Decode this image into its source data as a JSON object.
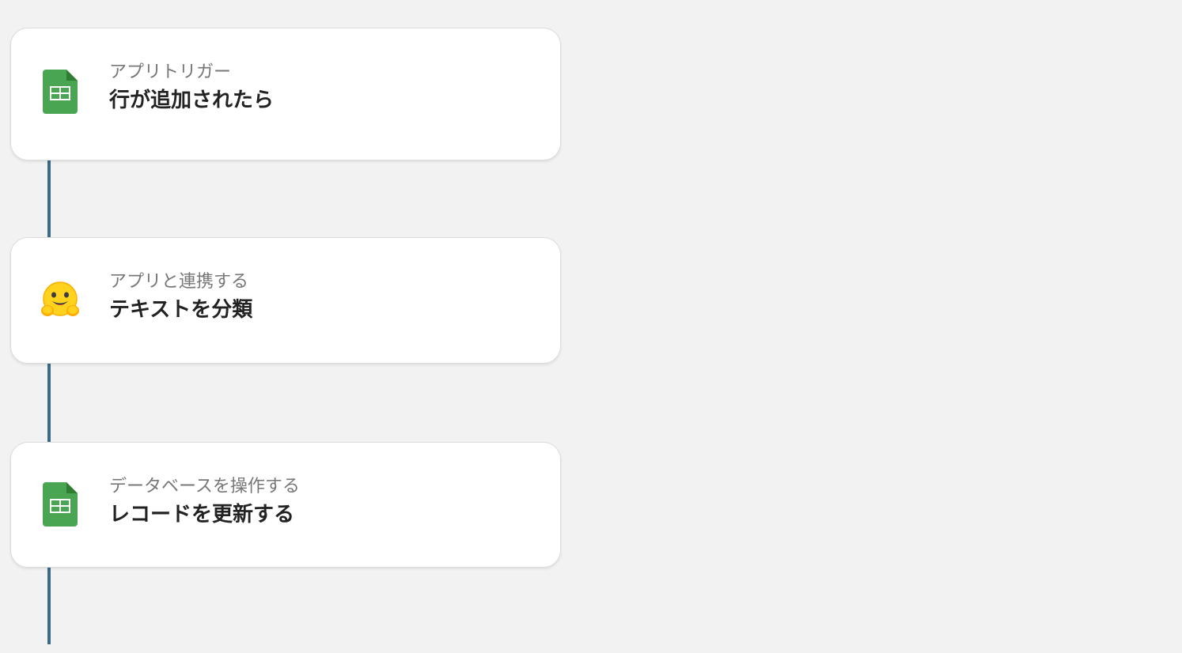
{
  "flow": {
    "steps": [
      {
        "subtitle": "アプリトリガー",
        "title": "行が追加されたら",
        "icon": "google-sheets-icon"
      },
      {
        "subtitle": "アプリと連携する",
        "title": "テキストを分類",
        "icon": "hugging-face-icon"
      },
      {
        "subtitle": "データベースを操作する",
        "title": "レコードを更新する",
        "icon": "google-sheets-icon"
      }
    ]
  },
  "colors": {
    "background": "#f2f2f2",
    "connector": "#3a6a86",
    "sheets_green": "#4aa552",
    "hugging_face_yellow": "#ffd21e"
  }
}
